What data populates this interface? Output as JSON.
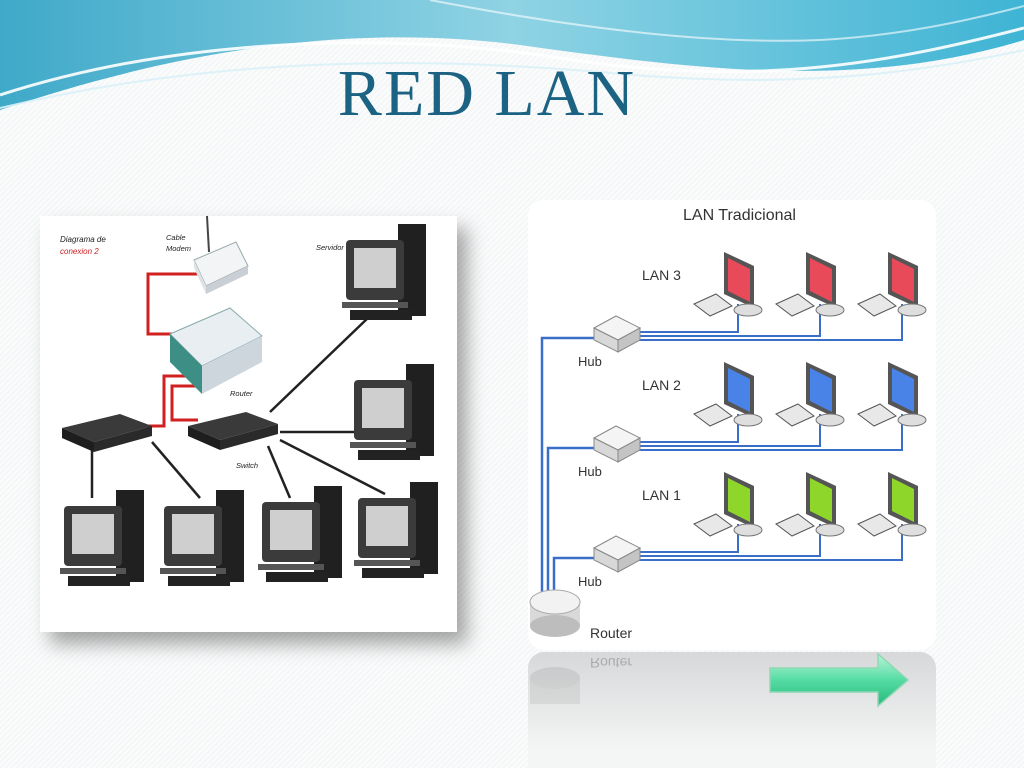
{
  "slide": {
    "title": "RED LAN"
  },
  "left_diagram": {
    "heading_line1": "Diagrama de",
    "heading_line2": "conexion 2",
    "modem_label_line1": "Cable",
    "modem_label_line2": "Modem",
    "server_label": "Servidor",
    "router_label": "Router",
    "switch_label": "Switch"
  },
  "right_diagram": {
    "title": "LAN Tradicional",
    "lans": [
      {
        "label": "LAN 3",
        "hub_label": "Hub",
        "screen_color": "#e84a5a"
      },
      {
        "label": "LAN 2",
        "hub_label": "Hub",
        "screen_color": "#4a83e8"
      },
      {
        "label": "LAN 1",
        "hub_label": "Hub",
        "screen_color": "#8fd62a"
      }
    ],
    "router_label": "Router",
    "link_color": "#3a6fc9"
  },
  "navigation": {
    "next_icon": "next-arrow-icon"
  }
}
